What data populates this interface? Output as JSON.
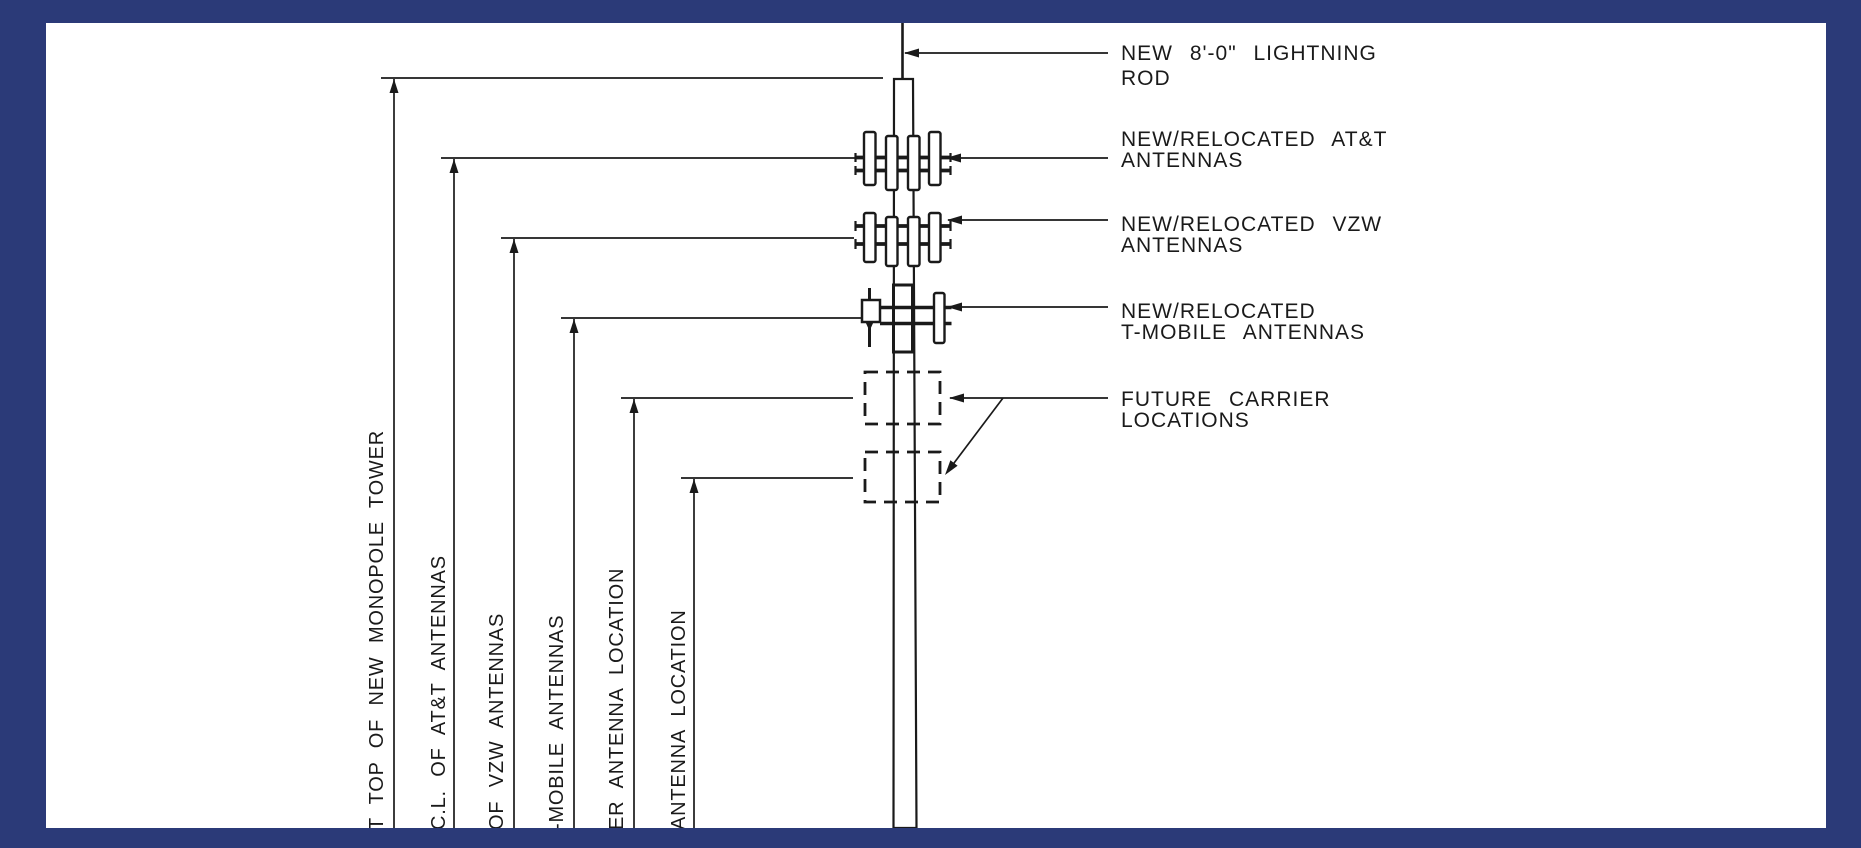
{
  "sheet": {
    "frame_color": "#2b3a78",
    "background_color": "#ffffff",
    "line_color": "#1a1a1a"
  },
  "drawing": {
    "right_labels": [
      {
        "line1": "NEW 8'-0\" LIGHTNING",
        "line2": "ROD"
      },
      {
        "line1": "NEW/RELOCATED AT&T",
        "line2": "ANTENNAS"
      },
      {
        "line1": "NEW/RELOCATED VZW",
        "line2": "ANTENNAS"
      },
      {
        "line1": "NEW/RELOCATED",
        "line2": "T-MOBILE ANTENNAS"
      },
      {
        "line1": "FUTURE CARRIER",
        "line2": "LOCATIONS"
      }
    ],
    "left_callouts": [
      {
        "label": "T TOP OF NEW MONOPOLE TOWER"
      },
      {
        "label": "C.L. OF AT&T ANTENNAS"
      },
      {
        "label": "OF VZW ANTENNAS"
      },
      {
        "label": "-MOBILE ANTENNAS"
      },
      {
        "label": "ER ANTENNA LOCATION"
      },
      {
        "label": "ANTENNA LOCATION"
      }
    ]
  }
}
